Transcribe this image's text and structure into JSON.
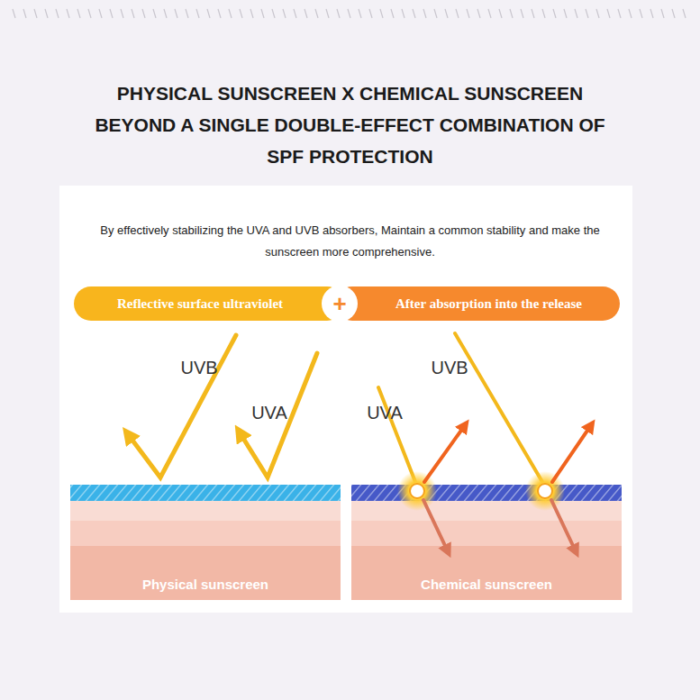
{
  "diagram": {
    "title": "PHYSICAL SUNSCREEN X CHEMICAL SUNSCREEN BEYOND A SINGLE DOUBLE-EFFECT COMBINATION OF SPF PROTECTION",
    "nodes": [
      {
        "text": [
          "Reflective surface ultraviolet"
        ]
      },
      {
        "text": [
          "After absorption into the release"
        ]
      },
      {
        "text": [
          "Physical sunscreen"
        ]
      },
      {
        "text": [
          "Chemical sunscreen"
        ]
      }
    ],
    "labels": [
      "By effectively stabilizing the UVA and UVB absorbers, Maintain a common stability and make the sunscreen more comprehensive.",
      "+",
      "UVB",
      "UVA",
      "UVA",
      "UVB"
    ]
  }
}
